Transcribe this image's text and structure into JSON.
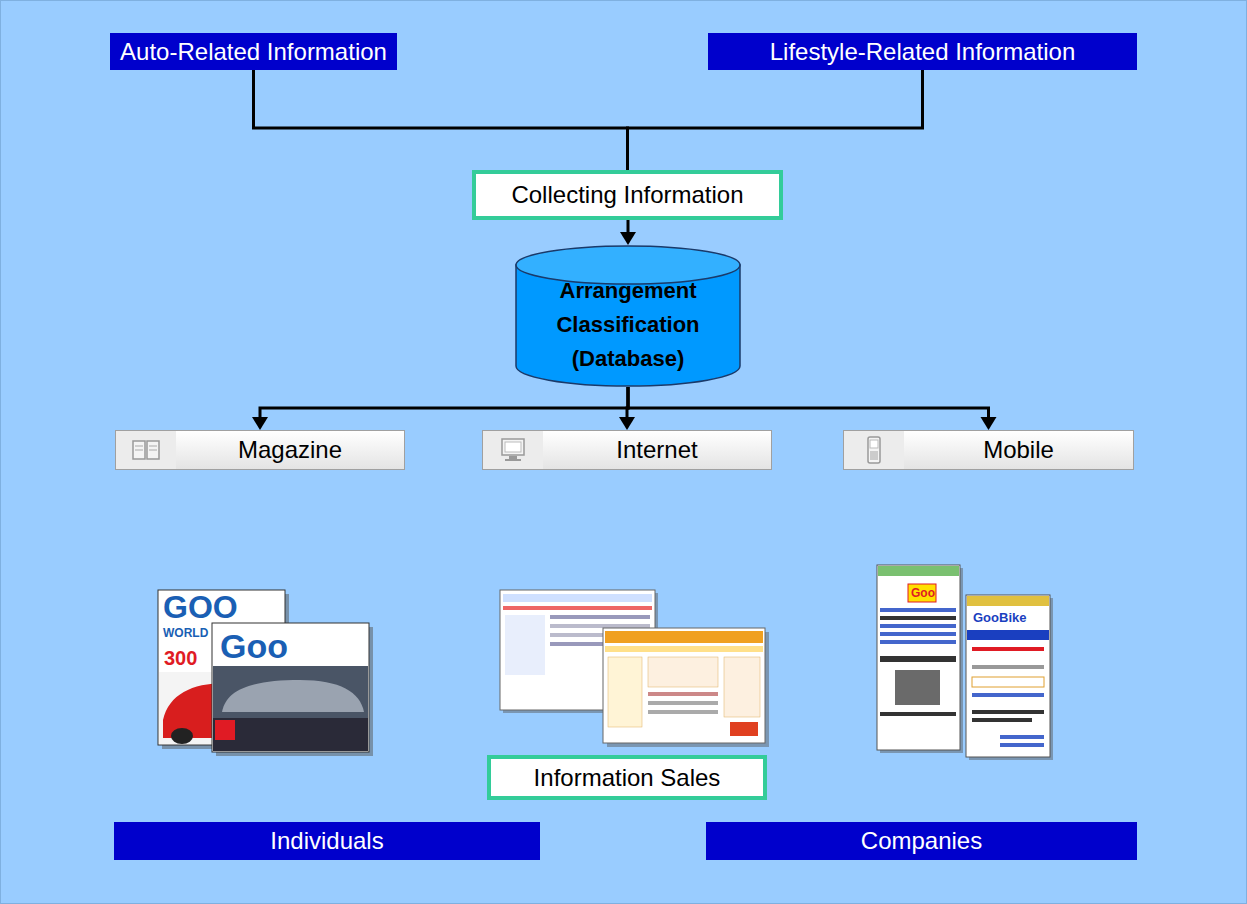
{
  "diagram": {
    "nodes": [
      {
        "text": [
          "Auto-Related Information"
        ]
      },
      {
        "text": [
          "Lifestyle-Related Information"
        ]
      },
      {
        "text": [
          "Collecting Information"
        ]
      },
      {
        "text": [
          "Arrangement Classification (Database)"
        ]
      },
      {
        "text": [
          "Magazine"
        ]
      },
      {
        "text": [
          "Internet"
        ]
      },
      {
        "text": [
          "Mobile"
        ]
      },
      {
        "text": [
          "Information Sales"
        ]
      },
      {
        "text": [
          "Individuals"
        ]
      },
      {
        "text": [
          "Companies"
        ]
      }
    ],
    "edges": [
      {
        "from": 0,
        "to": 2,
        "arrow": "none"
      },
      {
        "from": 1,
        "to": 2,
        "arrow": "none"
      },
      {
        "from": 2,
        "to": 3,
        "arrow": "to"
      },
      {
        "from": 3,
        "to": 4,
        "arrow": "to"
      },
      {
        "from": 3,
        "to": 5,
        "arrow": "to"
      },
      {
        "from": 3,
        "to": 6,
        "arrow": "to"
      }
    ],
    "labels": [
      "GOO",
      "WORLD",
      "300",
      "Goo",
      "Goo",
      "GooBike"
    ]
  }
}
